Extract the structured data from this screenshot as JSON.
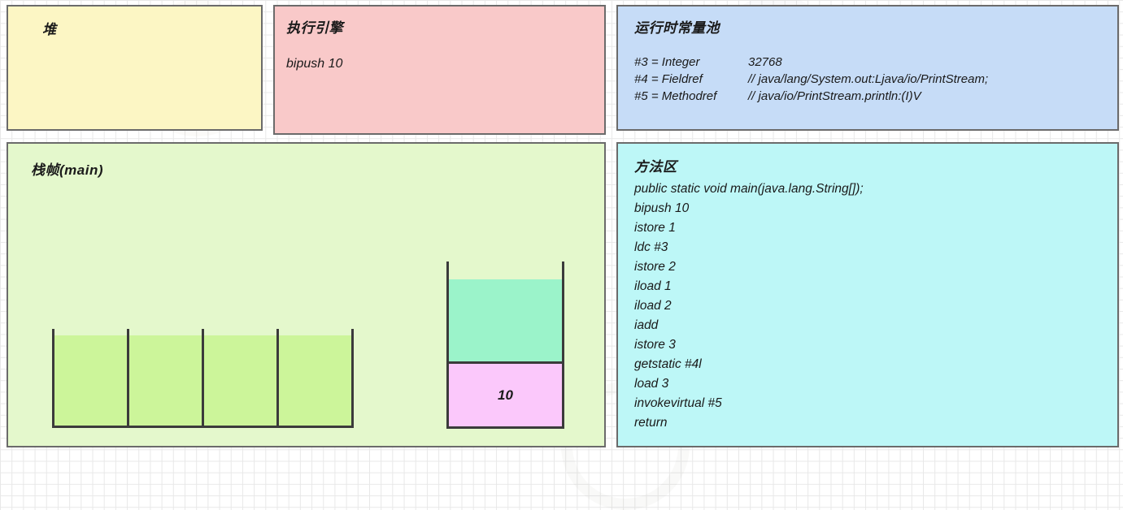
{
  "heap": {
    "title": "堆"
  },
  "execution_engine": {
    "title": "执行引擎",
    "current_instruction": "bipush 10"
  },
  "runtime_constant_pool": {
    "title": "运行时常量池",
    "entries": [
      {
        "index": "#3 = Integer",
        "value": "32768"
      },
      {
        "index": "#4 = Fieldref",
        "value": "// java/lang/System.out:Ljava/io/PrintStream;"
      },
      {
        "index": "#5 = Methodref",
        "value": "// java/io/PrintStream.println:(I)V"
      }
    ]
  },
  "stack_frame": {
    "title": "栈帧(main)",
    "local_variable_table": {
      "slot_count": 4,
      "slots": [
        "",
        "",
        "",
        ""
      ]
    },
    "operand_stack": {
      "cells": [
        {
          "value": "10",
          "color": "#fbc8fb"
        }
      ],
      "empty_color": "#9bf3ca"
    }
  },
  "method_area": {
    "title": "方法区",
    "code": [
      "public static void main(java.lang.String[]);",
      "bipush 10",
      "istore 1",
      "ldc #3",
      "istore 2",
      "iload 1",
      "iload 2",
      "iadd",
      "istore 3",
      "getstatic #4l",
      "load 3",
      "invokevirtual #5",
      "return"
    ]
  },
  "colors": {
    "heap_bg": "#fcf6c4",
    "exec_bg": "#f9c9c9",
    "rcp_bg": "#c6dcf7",
    "frame_bg": "#e4f8cc",
    "method_bg": "#bdf7f7",
    "slot_fill": "#ccf59a",
    "stack_mint": "#9bf3ca",
    "stack_pink": "#fbc8fb",
    "border": "#6b6b6b"
  }
}
